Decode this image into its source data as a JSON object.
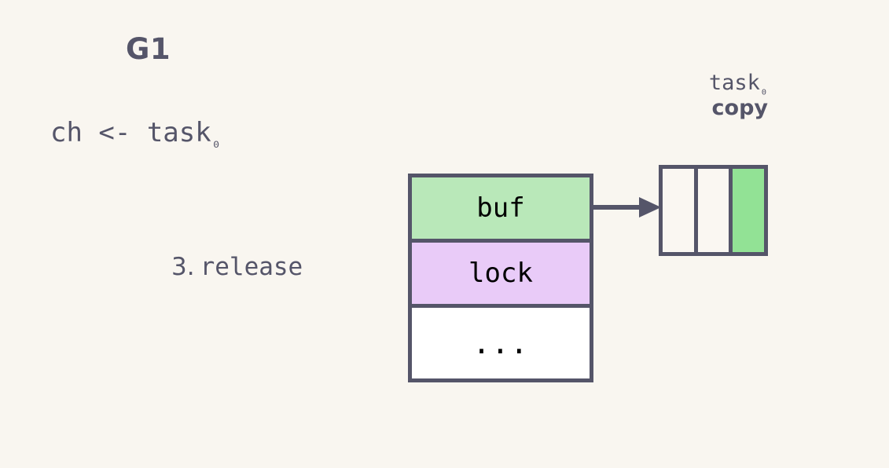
{
  "canvas": {
    "background_color": "#f9f6f0",
    "ink_color": "#555569"
  },
  "goroutine": {
    "title": "G1",
    "send_expression": {
      "base": "ch <- task",
      "subscript": "₀"
    },
    "step": {
      "number": "3.",
      "action": "release"
    }
  },
  "channel_struct": {
    "rows": [
      {
        "label": "buf",
        "fill_color": "#b9e8b9"
      },
      {
        "label": "lock",
        "fill_color": "#e9cbf8"
      },
      {
        "label": "...",
        "fill_color": "#ffffff"
      }
    ]
  },
  "arrow": {
    "name": "buf-points-to-array",
    "color": "#555569"
  },
  "buffer_array": {
    "caption_task": {
      "base": "task",
      "subscript": "₀"
    },
    "caption_copy": "copy",
    "cells": [
      {
        "state": "empty",
        "fill_color": "#faf7f2"
      },
      {
        "state": "empty",
        "fill_color": "#faf7f2"
      },
      {
        "state": "filled",
        "fill_color": "#92e295"
      }
    ]
  }
}
